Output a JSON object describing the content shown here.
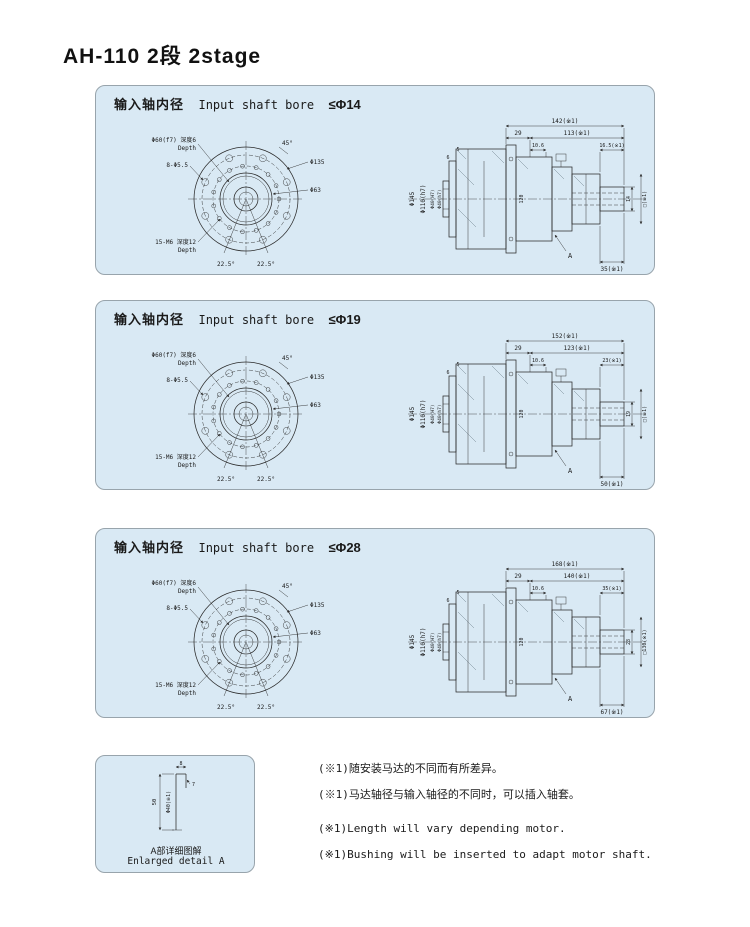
{
  "page_title": "AH-110  2段  2stage",
  "front": {
    "spigot_label": "Φ60(f7) 深度6",
    "spigot_depth": "Depth",
    "holes_label": "8-Φ5.5",
    "angle_45": "45°",
    "dia_135": "Φ135",
    "dia_63": "Φ63",
    "tap_label": "15-M6 深度12",
    "tap_depth": "Depth",
    "angle_left": "22.5°",
    "angle_right": "22.5°"
  },
  "panels": [
    {
      "header_cn": "输入轴内径",
      "header_en": "Input shaft bore",
      "bore": "≤Φ14",
      "side": {
        "overall": "142(※1)",
        "seg1": "29",
        "seg2": "113(※1)",
        "d106": "10.6",
        "tip": "16.5(※1)",
        "d6": "6",
        "d5": "5",
        "dia145": "Φ145",
        "dia110": "Φ110(h7)",
        "dia40a": "Φ40(H7)",
        "dia40b": "Φ40(h7)",
        "dia120": "120",
        "bore_dim": "14",
        "flange_sq": "□(※1)",
        "shaft_len": "35(※1)",
        "detail_ref": "A"
      }
    },
    {
      "header_cn": "输入轴内径",
      "header_en": "Input shaft bore",
      "bore": "≤Φ19",
      "side": {
        "overall": "152(※1)",
        "seg1": "29",
        "seg2": "123(※1)",
        "d106": "10.6",
        "tip": "23(※1)",
        "d6": "6",
        "d5": "5",
        "dia145": "Φ145",
        "dia110": "Φ110(h7)",
        "dia40a": "Φ40(H7)",
        "dia40b": "Φ40(h7)",
        "dia120": "120",
        "bore_dim": "19",
        "flange_sq": "□(※1)",
        "shaft_len": "50(※1)",
        "detail_ref": "A"
      }
    },
    {
      "header_cn": "输入轴内径",
      "header_en": "Input shaft bore",
      "bore": "≤Φ28",
      "side": {
        "overall": "168(※1)",
        "seg1": "29",
        "seg2": "140(※1)",
        "d106": "10.6",
        "tip": "35(※1)",
        "d6": "6",
        "d5": "5",
        "dia145": "Φ145",
        "dia110": "Φ110(h7)",
        "dia40a": "Φ40(H7)",
        "dia40b": "Φ40(h7)",
        "dia120": "120",
        "bore_dim": "28",
        "flange_sq": "□130(※1)",
        "shaft_len": "67(※1)",
        "detail_ref": "A"
      }
    }
  ],
  "detail": {
    "dim_top": "8",
    "dim_step": "7",
    "dia": "Φ40(※1)",
    "height": "50",
    "caption_cn": "A部详细图解",
    "caption_en": "Enlarged detail A"
  },
  "notes": {
    "cn1": "(※1)随安装马达的不同而有所差异。",
    "cn2": "(※1)马达轴径与输入轴径的不同时，可以插入轴套。",
    "en1": "(※1)Length will vary depending motor.",
    "en2": "(※1)Bushing will be inserted to adapt motor shaft."
  }
}
